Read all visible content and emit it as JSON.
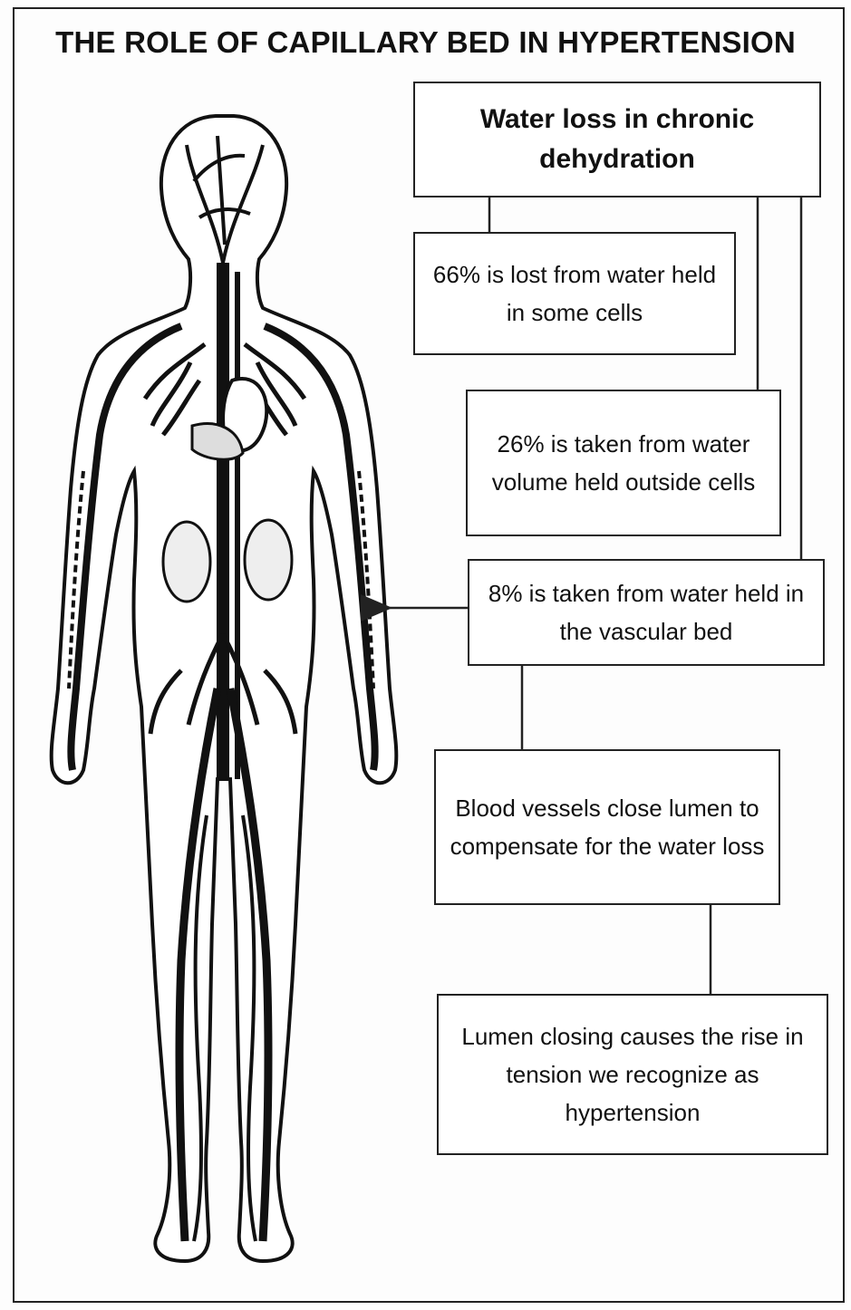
{
  "title": "THE ROLE OF CAPILLARY BED IN HYPERTENSION",
  "boxes": {
    "head": "Water loss in chronic dehydration",
    "cells66": "66% is lost from water held in some cells",
    "outside26": "26% is taken from water volume held outside cells",
    "vascular8": "8% is taken from water held in the vascular bed",
    "vessels": "Blood vessels close lumen to compensate for the water loss",
    "lumen": "Lumen closing causes the rise in tension we recognize as hypertension"
  },
  "colors": {
    "ink": "#222222",
    "paper": "#ffffff"
  }
}
